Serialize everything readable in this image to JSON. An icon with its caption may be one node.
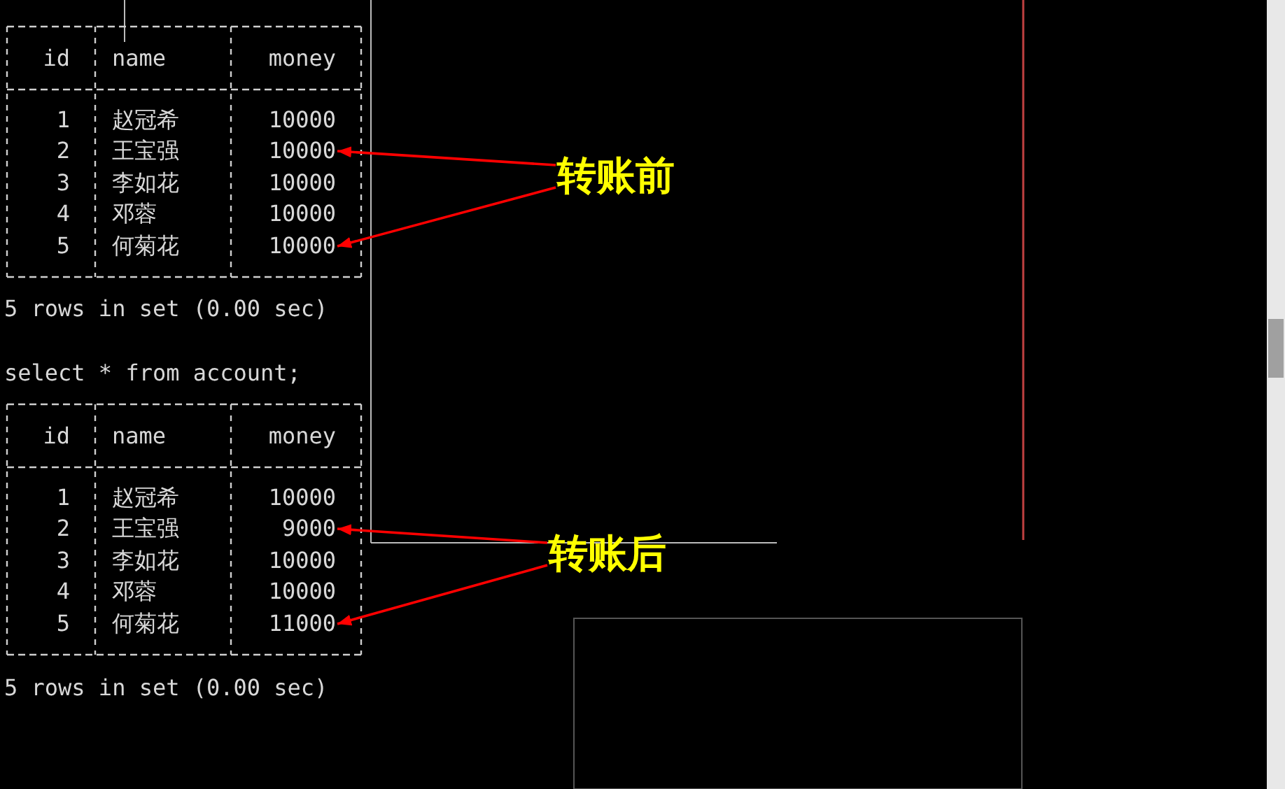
{
  "diagram": {
    "nodes": [
      {
        "text": [
          "转账前"
        ]
      },
      {
        "text": [
          "10000"
        ]
      },
      {
        "text": [
          "10000"
        ]
      },
      {
        "text": [
          "转账后"
        ]
      },
      {
        "text": [
          "9000"
        ]
      },
      {
        "text": [
          "11000"
        ]
      }
    ],
    "edges": [
      {
        "from": 0,
        "to": 1,
        "arrow": "to",
        "color": "#ff0000"
      },
      {
        "from": 0,
        "to": 2,
        "arrow": "to",
        "color": "#ff0000"
      },
      {
        "from": 3,
        "to": 4,
        "arrow": "to",
        "color": "#ff0000"
      },
      {
        "from": 3,
        "to": 5,
        "arrow": "to",
        "color": "#ff0000"
      }
    ],
    "labels": [
      "id",
      "name",
      "money",
      "1",
      "赵冠希",
      "10000",
      "2",
      "王宝强",
      "3",
      "李如花",
      "10000",
      "4",
      "邓蓉",
      "10000",
      "5",
      "何菊花",
      "5 rows in set (0.00 sec)",
      "select * from account;",
      "id",
      "name",
      "money",
      "1",
      "赵冠希",
      "10000",
      "2",
      "王宝强",
      "3",
      "李如花",
      "10000",
      "4",
      "邓蓉",
      "10000",
      "5",
      "何菊花",
      "5 rows in set (0.00 sec)"
    ]
  }
}
